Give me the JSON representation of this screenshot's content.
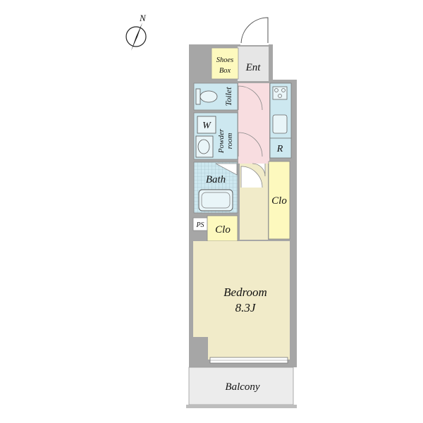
{
  "compass": {
    "north_label": "N"
  },
  "rooms": {
    "shoes_box_line1": "Shoes",
    "shoes_box_line2": "Box",
    "entrance": "Ent",
    "toilet": "Toilet",
    "washer": "W",
    "powder_room_line1": "Powder",
    "powder_room_line2": "room",
    "refrigerator": "R",
    "bath": "Bath",
    "closet_right": "Clo",
    "pipe_space": "PS",
    "closet_left": "Clo",
    "bedroom": "Bedroom",
    "bedroom_size": "8.3J",
    "balcony": "Balcony"
  },
  "colors": {
    "wall": "#a6a6a6",
    "floor_beige": "#f1ebc9",
    "wet_area_blue": "#cde8f0",
    "entrance_gray": "#e6e6e6",
    "kitchen_pink": "#f8dde0",
    "closet_yellow": "#fdf9be",
    "balcony_gray": "#ececec"
  }
}
